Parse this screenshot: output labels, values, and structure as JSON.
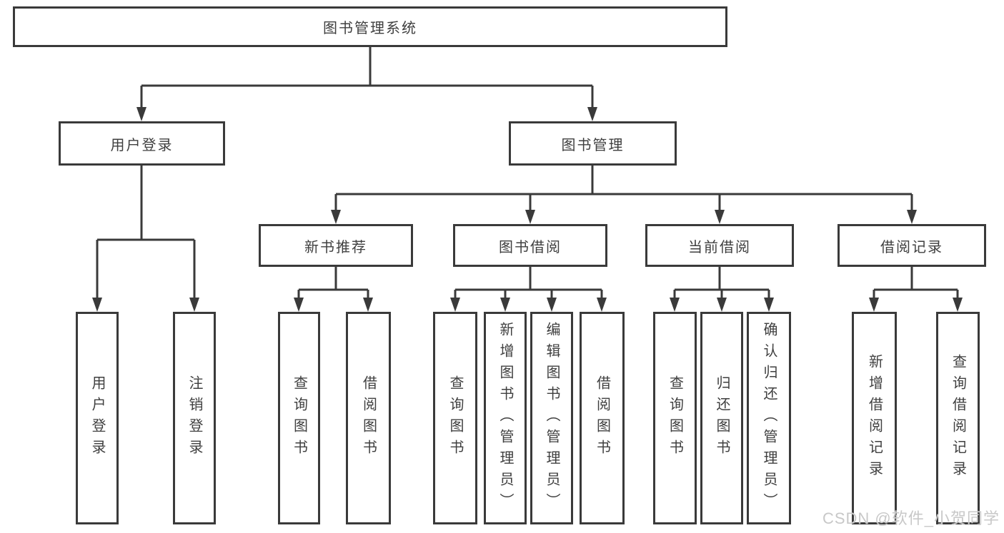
{
  "tree": {
    "label": "图书管理系统",
    "children": [
      {
        "label": "用户登录",
        "children": [
          {
            "label": "用户登录"
          },
          {
            "label": "注销登录"
          }
        ]
      },
      {
        "label": "图书管理",
        "children": [
          {
            "label": "新书推荐",
            "children": [
              {
                "label": "查询图书"
              },
              {
                "label": "借阅图书"
              }
            ]
          },
          {
            "label": "图书借阅",
            "children": [
              {
                "label": "查询图书"
              },
              {
                "label": "新增图书（管理员）"
              },
              {
                "label": "编辑图书（管理员）"
              },
              {
                "label": "借阅图书"
              }
            ]
          },
          {
            "label": "当前借阅",
            "children": [
              {
                "label": "查询图书"
              },
              {
                "label": "归还图书"
              },
              {
                "label": "确认归还（管理员）"
              }
            ]
          },
          {
            "label": "借阅记录",
            "children": [
              {
                "label": "新增借阅记录"
              },
              {
                "label": "查询借阅记录"
              }
            ]
          }
        ]
      }
    ]
  },
  "watermark": {
    "text": "CSDN @软件_小贺同学"
  },
  "colors": {
    "line": "#3a3a3a",
    "text": "#3f3f3f",
    "background": "#ffffff",
    "watermark": "#c8c8c8"
  }
}
